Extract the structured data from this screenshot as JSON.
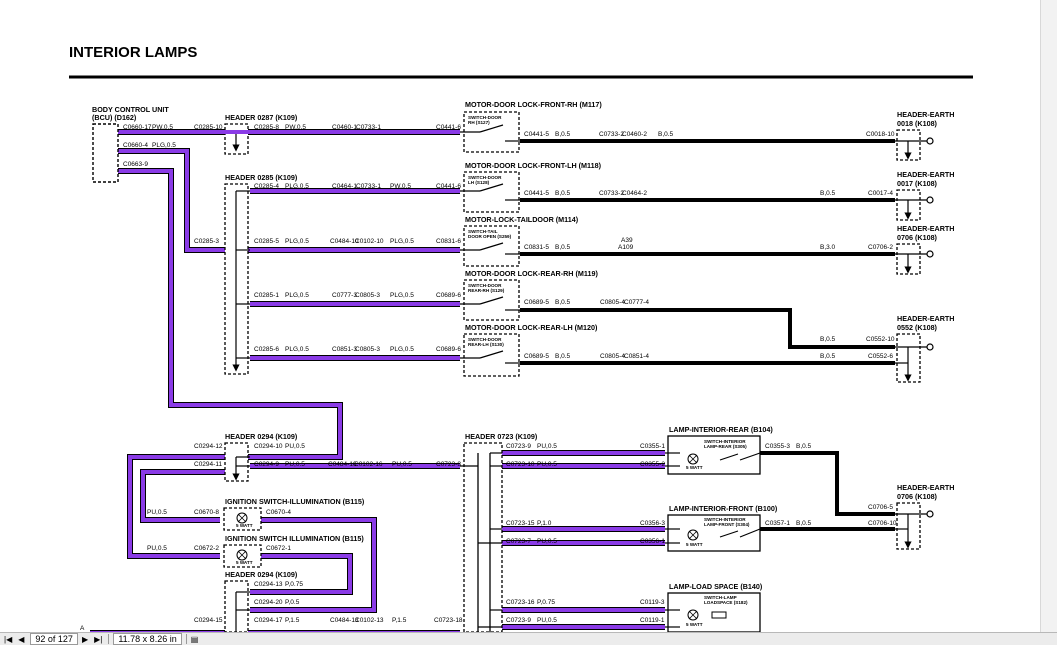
{
  "title": "INTERIOR LAMPS",
  "components": {
    "bcu": [
      "BODY CONTROL UNIT",
      "(BCU) (D162)"
    ],
    "m117": "MOTOR-DOOR LOCK-FRONT-RH (M117)",
    "m118": "MOTOR-DOOR LOCK-FRONT-LH (M118)",
    "m114": "MOTOR-LOCK-TAILDOOR (M114)",
    "m119": "MOTOR-DOOR LOCK-REAR-RH (M119)",
    "m120": "MOTOR-DOOR LOCK-REAR-LH (M120)",
    "h0287": "HEADER 0287 (K109)",
    "h0285": "HEADER 0285 (K109)",
    "h0294a": "HEADER 0294 (K109)",
    "h0294b": "HEADER 0294 (K109)",
    "h0723": "HEADER 0723 (K109)",
    "b115a": "IGNITION SWITCH-ILLUMINATION (B115)",
    "b115b": "IGNITION SWITCH ILLUMINATION (B115)",
    "b104": "LAMP-INTERIOR-REAR (B104)",
    "b100": "LAMP-INTERIOR-FRONT (B100)",
    "b140": "LAMP-LOAD SPACE (B140)",
    "e0018": [
      "HEADER-EARTH",
      "0018 (K108)"
    ],
    "e0017": [
      "HEADER-EARTH",
      "0017 (K108)"
    ],
    "e0706a": [
      "HEADER-EARTH",
      "0706 (K108)"
    ],
    "e0552": [
      "HEADER-EARTH",
      "0552 (K108)"
    ],
    "e0706b": [
      "HEADER-EARTH",
      "0706 (K108)"
    ]
  },
  "switches": {
    "s127": [
      "SWITCH-DOOR",
      "RH (S127)"
    ],
    "s128": [
      "SWITCH-DOOR",
      "LH (S128)"
    ],
    "s259": [
      "SWITCH-TAIL",
      "DOOR OPEN (S259)"
    ],
    "s129": [
      "SWITCH-DOOR",
      "REAR-RH (S129)"
    ],
    "s130": [
      "SWITCH-DOOR",
      "REAR-LH (S130)"
    ],
    "s305": [
      "SWITCH-INTERIOR",
      "LAMP-REAR (S305)"
    ],
    "s304": [
      "SWITCH-INTERIOR",
      "LAMP-FRONT (S304)"
    ],
    "s182": [
      "SWITCH-LAMP",
      "LOADSPACE (S182)"
    ],
    "watt": "5 WATT"
  },
  "labels": {
    "c0660_17": "C0660-17",
    "c0660_4": "C0660-4",
    "c0663_9": "C0663-9",
    "pw05": "PW,0.5",
    "plg05": "PLG,0.5",
    "pu05": "PU,0.5",
    "b05": "B,0.5",
    "b30": "B,3.0",
    "c0285_10": "C0285-10",
    "c0285_8": "C0285-8",
    "c0460_1": "C0460-1",
    "c0733_1": "C0733-1",
    "c0441_6": "C0441-6",
    "c0441_5": "C0441-5",
    "c0733_2": "C0733-2",
    "c0460_2": "C0460-2",
    "c0018_10": "C0018-10",
    "c0285_4": "C0285-4",
    "c0464_1": "C0464-1",
    "c0464_2": "C0464-2",
    "c0017_4": "C0017-4",
    "c0285_3": "C0285-3",
    "c0285_5": "C0285-5",
    "c0484_10": "C0484-10",
    "c0102_10": "C0102-10",
    "c0831_6": "C0831-6",
    "c0831_5": "C0831-5",
    "a39": "A39",
    "a109": "A109",
    "c0706_2": "C0706-2",
    "c0285_1": "C0285-1",
    "c0777_3": "C0777-3",
    "c0805_3": "C0805-3",
    "c0689_6": "C0689-6",
    "c0689_5": "C0689-5",
    "c0805_4": "C0805-4",
    "c0777_4": "C0777-4",
    "c0552_10": "C0552-10",
    "c0285_6": "C0285-6",
    "c0851_3": "C0851-3",
    "c0851_4": "C0851-4",
    "c0552_6": "C0552-6",
    "c0294_12": "C0294-12",
    "c0294_10": "C0294-10",
    "c0294_11": "C0294-11",
    "c0294_9": "C0294-9",
    "c0484_16": "C0484-16",
    "c0102_16": "C0102-16",
    "c0723_8": "C0723-8",
    "c0723_9": "C0723-9",
    "c0723_10": "C0723-10",
    "c0355_1": "C0355-1",
    "c0355_2": "C0355-2",
    "c0355_3": "C0355-3",
    "c0670_8": "C0670-8",
    "c0670_4": "C0670-4",
    "c0672_2": "C0672-2",
    "c0672_1": "C0672-1",
    "c0723_15": "C0723-15",
    "p10": "P,1.0",
    "c0356_3": "C0356-3",
    "c0357_1": "C0357-1",
    "c0706_5": "C0706-5",
    "c0706_10": "C0706-10",
    "c0723_7": "C0723-7",
    "c0356_1": "C0356-1",
    "c0294_13": "C0294-13",
    "p075": "P,0.75",
    "c0294_20": "C0294-20",
    "p05": "P,0.5",
    "c0294_17": "C0294-17",
    "p15": "P,1.5",
    "c0484_13": "C0484-13",
    "c0102_13": "C0102-13",
    "c0723_18": "C0723-18",
    "c0294_15": "C0294-15",
    "c0723_16": "C0723-16",
    "c0119_3": "C0119-3",
    "c0119_1": "C0119-1",
    "a": "A"
  },
  "colors": {
    "purple": "#8a3be6",
    "wire_black": "#000000"
  },
  "toolbar": {
    "page": "92 of 127",
    "size": "11.78 x 8.26 in"
  }
}
